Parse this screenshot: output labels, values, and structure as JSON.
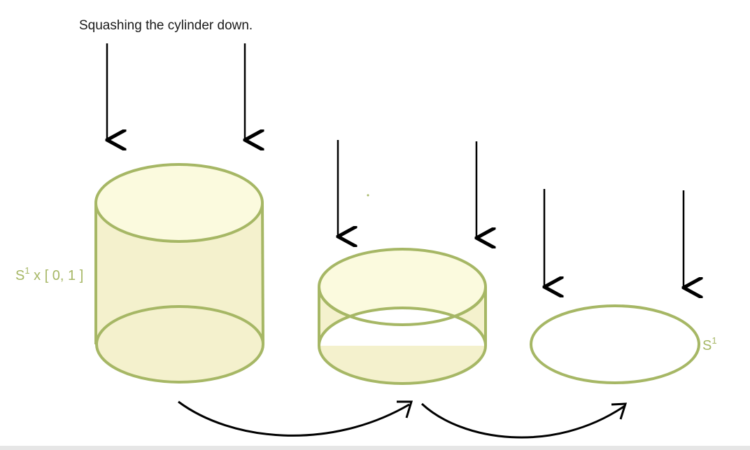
{
  "caption": "Squashing the cylinder down.",
  "labels": {
    "cylinder": {
      "base": "S",
      "exponent": "1",
      "rest": "x [ 0, 1 ]"
    },
    "circle": {
      "base": "S",
      "exponent": "1"
    }
  },
  "colors": {
    "outline": "#a6b765",
    "fill_light": "#fbfade",
    "fill_side": "#f4f1cd",
    "arrow": "#000000",
    "label": "#a6b765"
  }
}
